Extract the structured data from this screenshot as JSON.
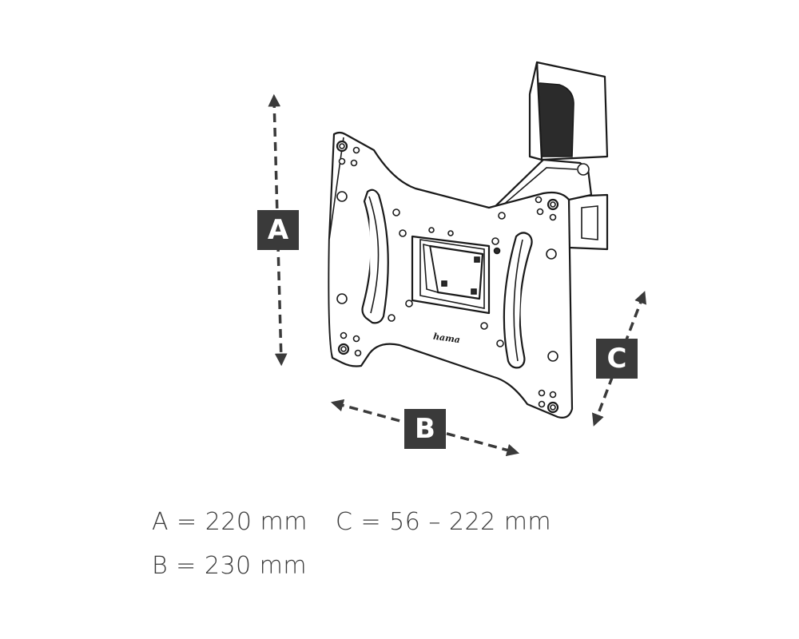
{
  "dimension_labels": {
    "a": "A",
    "b": "B",
    "c": "C"
  },
  "specs": {
    "a": "A = 220 mm",
    "b": "B = 230 mm",
    "c": "C = 56 – 222 mm"
  },
  "brand_logo": "hama",
  "colors": {
    "label_bg": "#3a3a3a",
    "label_text": "#ffffff",
    "ink": "#1a1a1a"
  }
}
